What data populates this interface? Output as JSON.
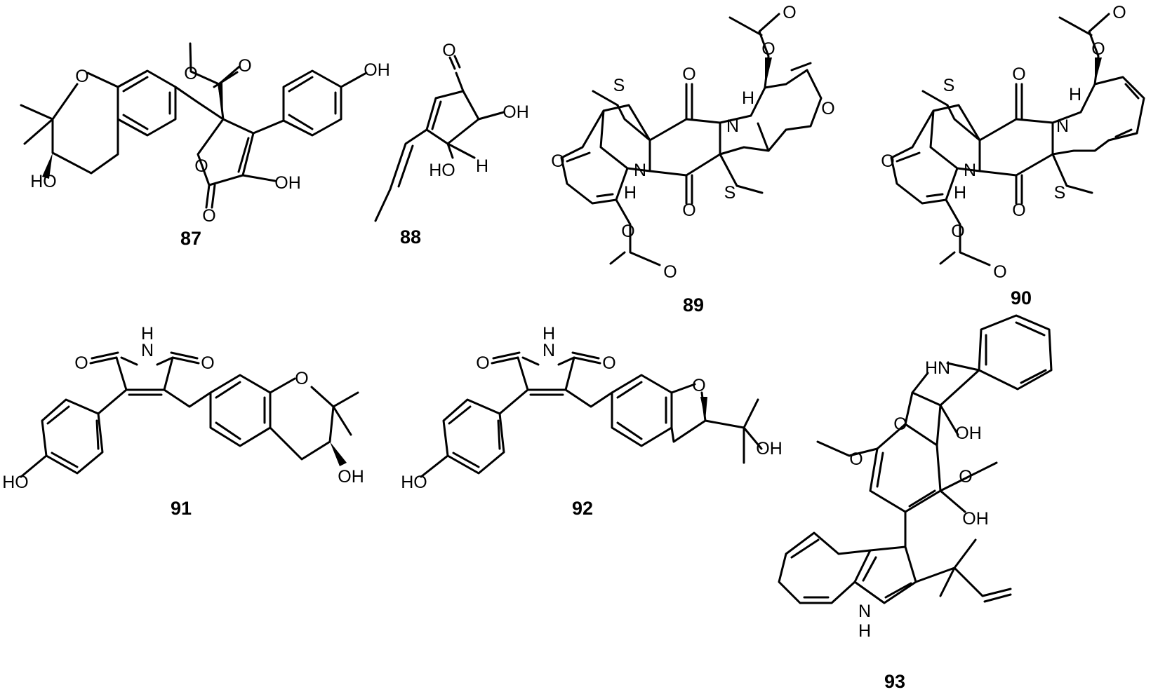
{
  "compounds": [
    {
      "id": "87",
      "labels": {
        "o_ring": "O",
        "o_ester_db": "O",
        "o_ester": "O",
        "ho": "HO",
        "oh_phenol": "OH",
        "o_lactone": "O",
        "oh_enol": "OH",
        "o_carbonyl": "O"
      }
    },
    {
      "id": "88",
      "labels": {
        "o_ketone": "O",
        "oh": "OH",
        "ho": "HO",
        "h": "H"
      }
    },
    {
      "id": "89",
      "labels": {
        "s_left": "S",
        "o_top": "O",
        "n_right": "N",
        "h_right": "H",
        "o_acetyl_top": "O",
        "o_acetyl_top_db": "O",
        "o_oxepin_right": "O",
        "o_oxepin_left": "O",
        "n_left": "N",
        "h_left": "H",
        "o_bottom": "O",
        "s_right": "S",
        "o_acetyl_bottom": "O",
        "o_acetyl_bottom_db": "O"
      }
    },
    {
      "id": "90",
      "labels": {
        "s_left": "S",
        "o_top": "O",
        "n_right": "N",
        "h_right": "H",
        "o_acetyl_top": "O",
        "o_acetyl_top_db": "O",
        "o_oxepin_left": "O",
        "n_left": "N",
        "h_left": "H",
        "o_bottom": "O",
        "s_right": "S",
        "o_acetyl_bottom": "O",
        "o_acetyl_bottom_db": "O"
      }
    },
    {
      "id": "91",
      "labels": {
        "nh": "N",
        "h": "H",
        "o_left": "O",
        "o_right": "O",
        "o_ring": "O",
        "oh": "OH",
        "ho": "HO"
      }
    },
    {
      "id": "92",
      "labels": {
        "nh": "N",
        "h": "H",
        "o_left": "O",
        "o_right": "O",
        "o_ring": "O",
        "oh": "OH",
        "ho": "HO"
      }
    },
    {
      "id": "93",
      "labels": {
        "hn": "HN",
        "o_ring": "O",
        "oh_top": "OH",
        "ome_left": "O",
        "ome_right": "O",
        "oh_bottom": "OH",
        "nh": "N",
        "h": "H"
      }
    }
  ]
}
